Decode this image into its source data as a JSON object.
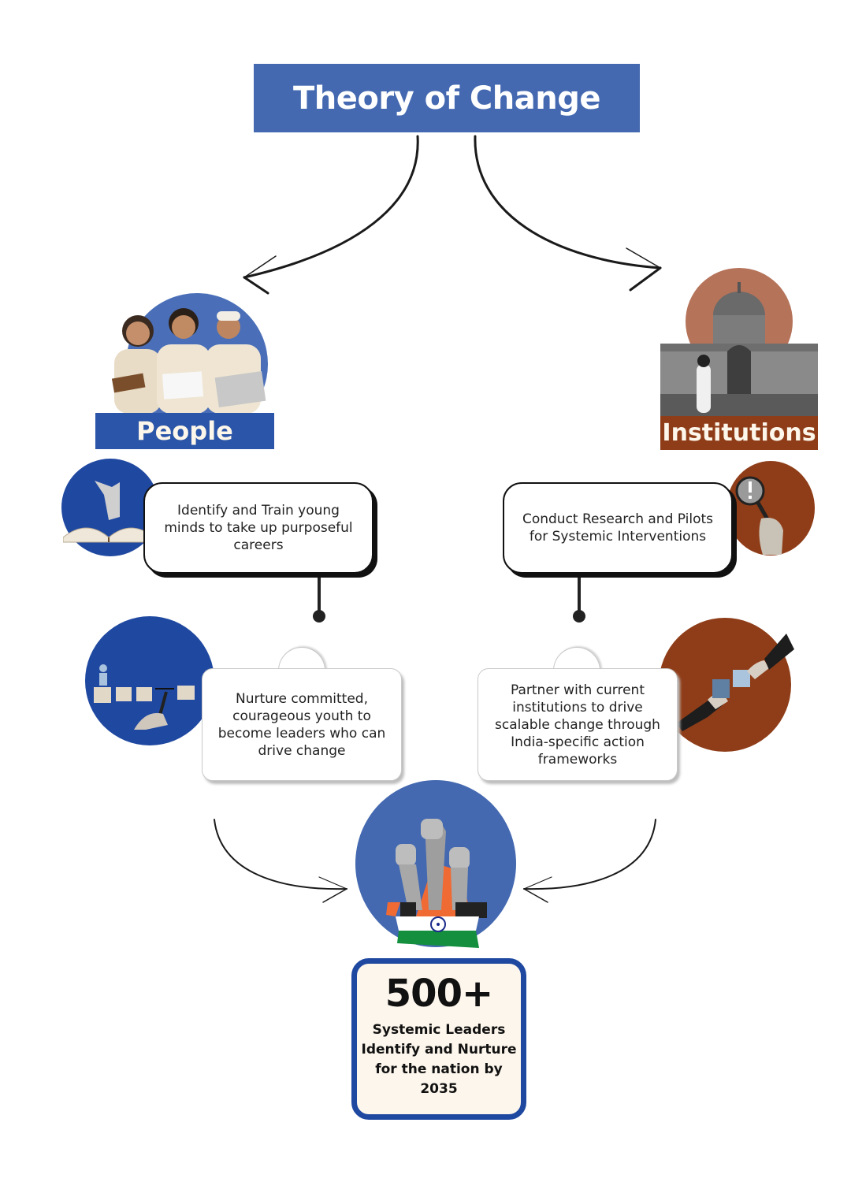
{
  "title": "Theory of Change",
  "colors": {
    "primary_blue": "#4469b0",
    "deep_blue": "#1f48a0",
    "rust": "#8f3d18",
    "terracotta": "#b5735a",
    "goal_bg": "#fdf6ec"
  },
  "branches": {
    "people": {
      "label": "People",
      "image": "people-group-photo",
      "step1": {
        "text": "Identify and Train young minds to take up purposeful careers",
        "image": "book-pointing-hand"
      },
      "step2": {
        "text": "Nurture committed, courageous youth to become leaders who can drive change",
        "image": "stepping-blocks-pen"
      }
    },
    "institutions": {
      "label": "Institutions",
      "image": "government-building-photo",
      "step1": {
        "text": "Conduct Research and Pilots for Systemic Interventions",
        "image": "magnifying-glass-hand"
      },
      "step2": {
        "text": "Partner with current institutions to drive scalable change through India-specific action frameworks",
        "image": "puzzle-pieces-hands"
      }
    }
  },
  "goal": {
    "number": "500+",
    "text": "Systemic Leaders Identify and Nurture for the nation by 2035",
    "image": "raised-fists-india-flag"
  }
}
